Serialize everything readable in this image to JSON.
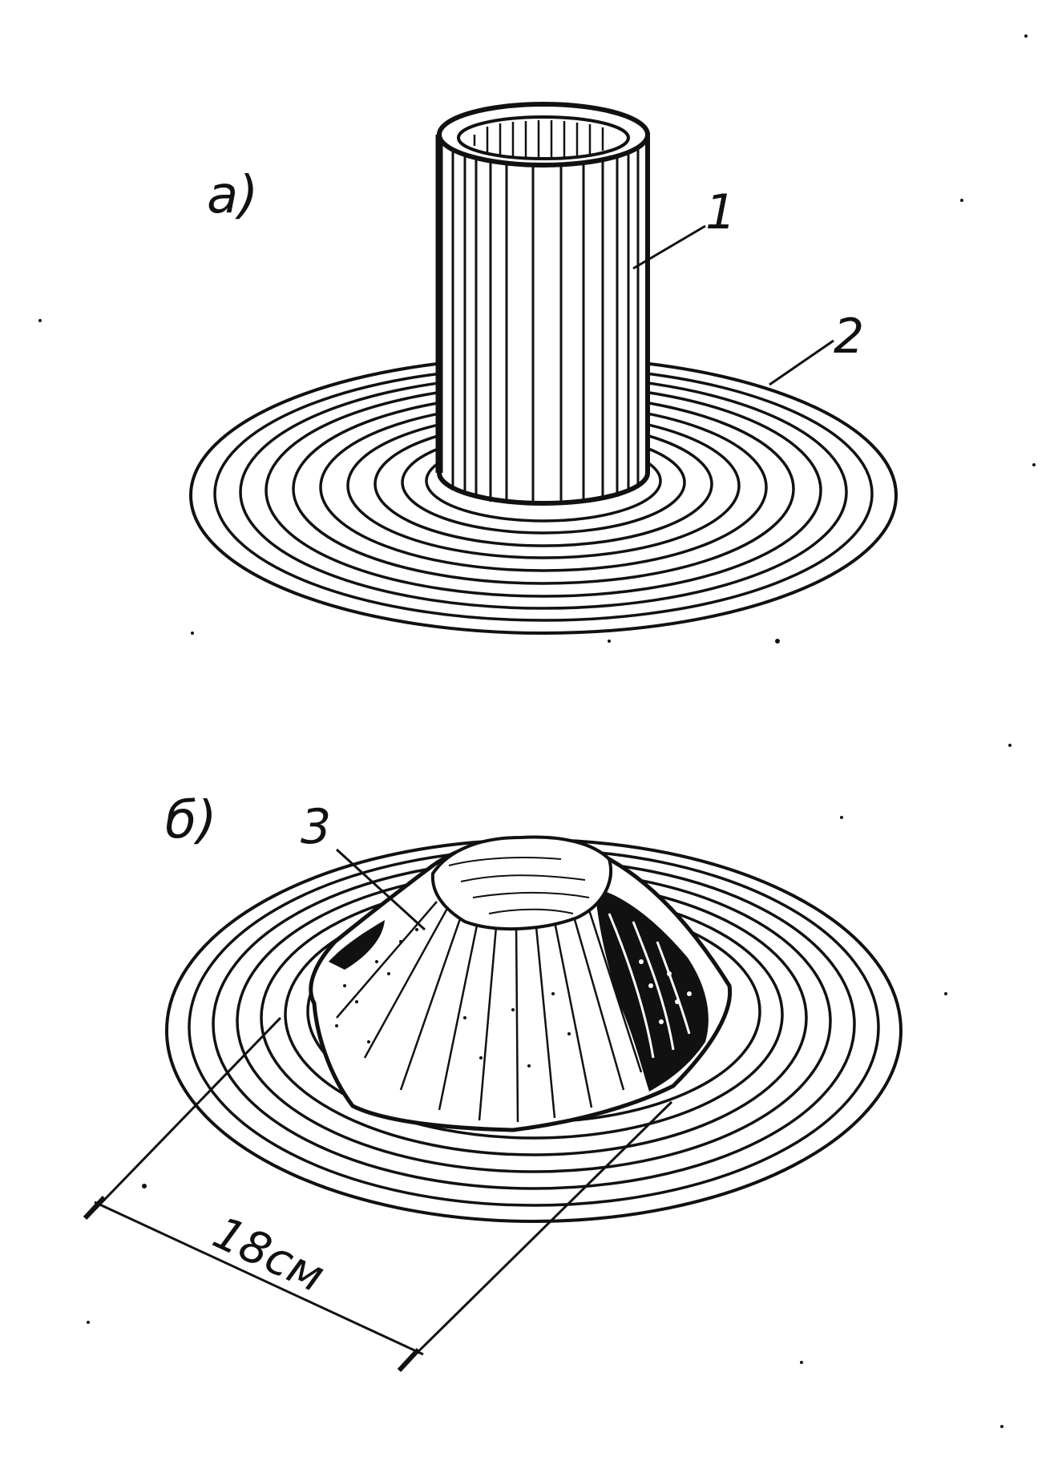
{
  "panel_a": {
    "label": "а)",
    "callout_1": "1",
    "callout_2": "2"
  },
  "panel_b": {
    "label": "б)",
    "callout_3": "3",
    "dimension": "18см"
  },
  "colors": {
    "ink": "#111111",
    "paper": "#ffffff"
  }
}
